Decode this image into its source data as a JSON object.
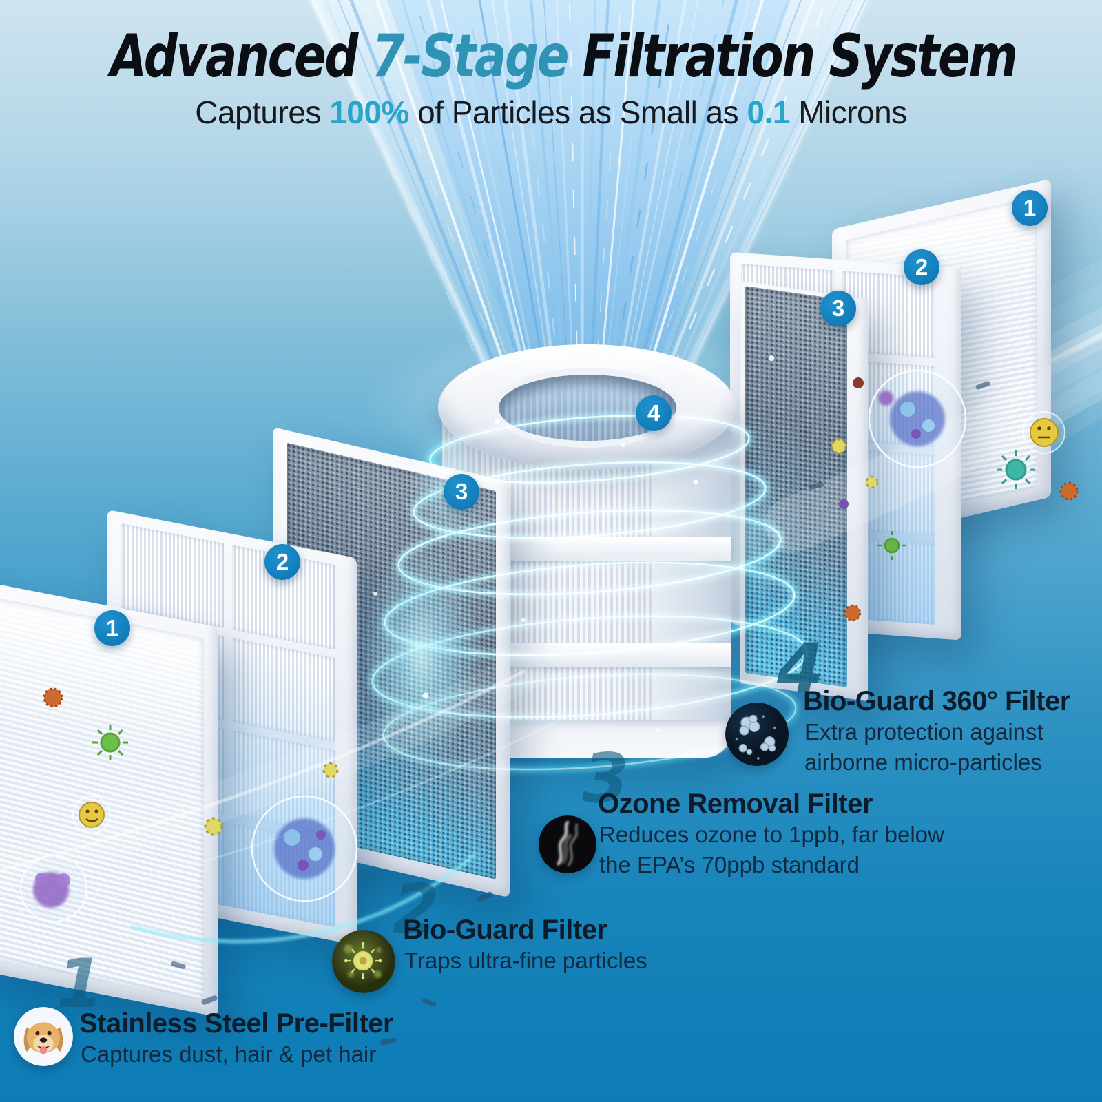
{
  "header": {
    "title_part1": "Advanced ",
    "title_accent": "7-Stage",
    "title_part2": " Filtration System",
    "subtitle_part1": "Captures ",
    "subtitle_accent1": "100%",
    "subtitle_part2": " of Particles as Small as ",
    "subtitle_accent2": "0.1",
    "subtitle_part3": " Microns"
  },
  "badges": {
    "left_1": "1",
    "left_2": "2",
    "left_3": "3",
    "center_4": "4",
    "right_3": "3",
    "right_2": "2",
    "right_1": "1"
  },
  "callouts": [
    {
      "number": "4",
      "title": "Bio-Guard 360° Filter",
      "desc_line1": "Extra protection against",
      "desc_line2": "airborne micro-particles",
      "icon": "microbes-thumbnail-icon"
    },
    {
      "number": "3",
      "title": "Ozone Removal Filter",
      "desc_line1": "Reduces ozone to 1ppb, far below",
      "desc_line2": "the EPA’s 70ppb standard",
      "icon": "smoke-thumbnail-icon"
    },
    {
      "number": "2",
      "title": "Bio-Guard Filter",
      "desc_line1": "Traps ultra-fine particles",
      "desc_line2": "",
      "icon": "virus-thumbnail-icon"
    },
    {
      "number": "1",
      "title": "Stainless Steel Pre-Filter",
      "desc_line1": "Captures dust, hair & pet hair",
      "desc_line2": "",
      "icon": "dog-thumbnail-icon"
    }
  ],
  "colors": {
    "accent_teal": "#2e93b4",
    "accent_bright": "#28a5c9",
    "badge_blue": "#1380bd",
    "title_dark": "#0b0e12",
    "body_dark": "#13293f",
    "number_blue": "#105a7c",
    "bg_top": "#cfe4f0",
    "bg_bottom": "#0d7cb5",
    "glow_cyan": "#5fdcf8"
  }
}
